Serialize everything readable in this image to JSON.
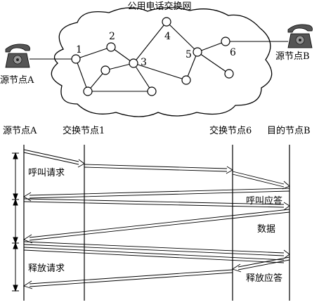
{
  "network": {
    "title": "公用电话交换网",
    "source_label": "源节点A",
    "dest_label": "源节点B",
    "node_labels": [
      "1",
      "2",
      "3",
      "4",
      "5",
      "6"
    ]
  },
  "sequence": {
    "columns": [
      "源节点A",
      "交换节点1",
      "交换节点6",
      "目的节点B"
    ],
    "messages": [
      "呼叫请求",
      "呼叫应答",
      "数据",
      "释放请求",
      "释放应答"
    ]
  }
}
